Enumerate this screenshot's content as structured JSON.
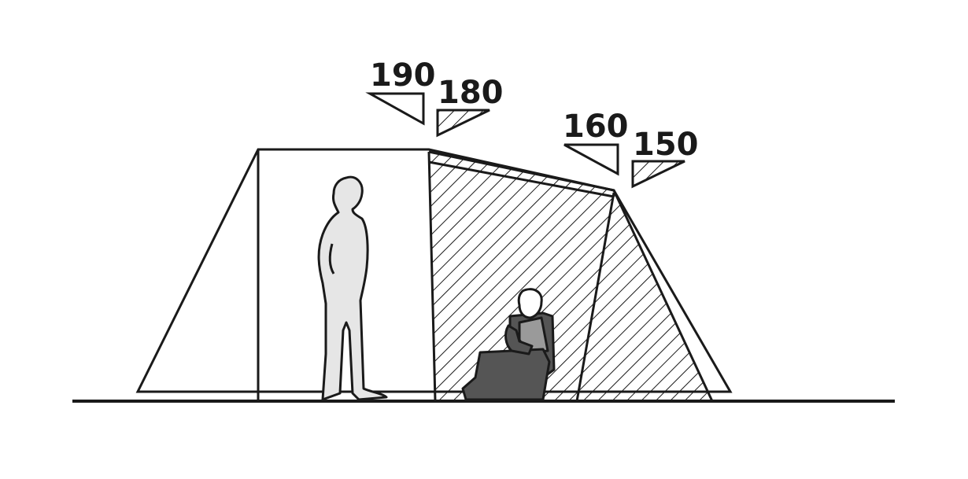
{
  "height_labels": {
    "front_outer": "190",
    "front_inner": "180",
    "rear_outer": "160",
    "rear_inner": "150"
  },
  "colors": {
    "outline": "#1a1a1a",
    "background": "#ffffff",
    "standing_person": "#e6e6e6",
    "seated_person": "#555555",
    "hatch": "#1a1a1a"
  }
}
